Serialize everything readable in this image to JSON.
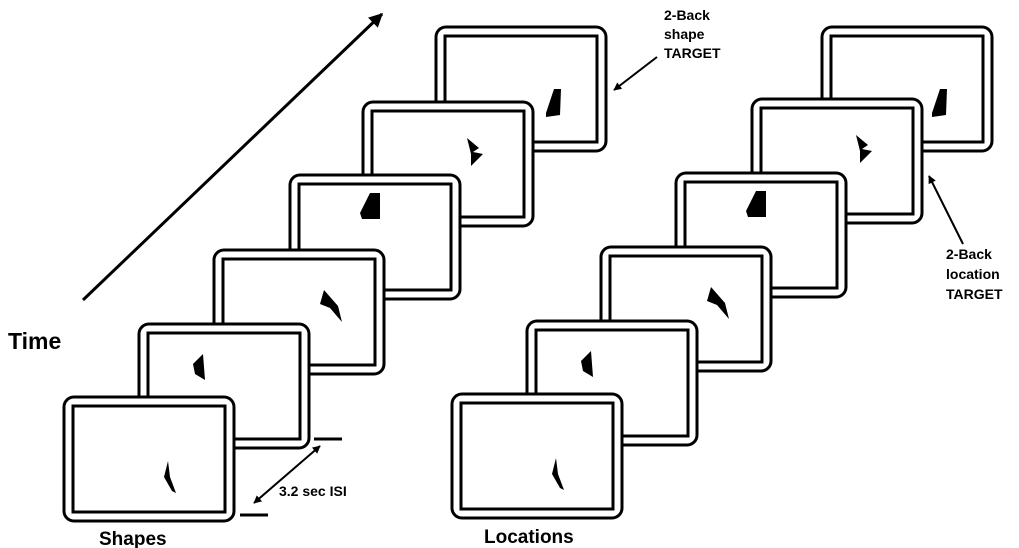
{
  "labels": {
    "time": "Time",
    "shapes": "Shapes",
    "locations": "Locations",
    "isi": "3.2 sec ISI",
    "shape_target": [
      "2-Back",
      "shape",
      "TARGET"
    ],
    "location_target": [
      "2-Back",
      "location",
      "TARGET"
    ]
  },
  "colors": {
    "ink": "#000000",
    "paper": "#ffffff"
  },
  "panels": {
    "shapes": {
      "stimuli": [
        "spike",
        "half-disc",
        "dart",
        "flag",
        "chevron",
        "flag"
      ]
    },
    "locations": {
      "stimuli": [
        "spike",
        "half-disc",
        "dart",
        "flag",
        "chevron",
        "flag"
      ]
    }
  }
}
